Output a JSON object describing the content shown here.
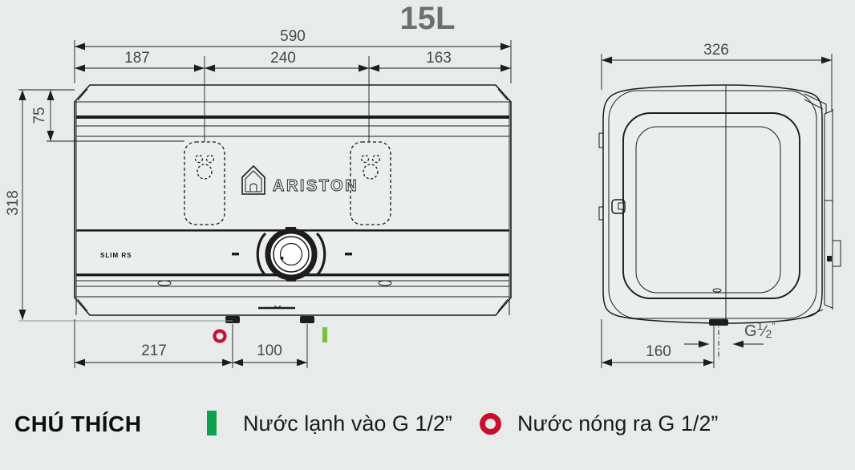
{
  "title": "15L",
  "colors": {
    "background": "#e7eceb",
    "line": "#1d1d1b",
    "dimension_text": "#47484a",
    "cold_inlet_green": "#7dbe3b",
    "legend_green": "#0ea04d",
    "hot_outlet_red": "#c8102e"
  },
  "front_view": {
    "brand_logo": "ARISTON",
    "brand_house_icon": "house-icon",
    "model_label": "SLIM RS",
    "markers": {
      "hot_outlet": "red-ring",
      "cold_inlet": "green-bar"
    },
    "dimensions": {
      "total_width": "590",
      "width_left": "187",
      "width_center": "240",
      "width_right": "163",
      "height_total": "318",
      "top_to_bracket": "75",
      "bottom_left_to_hot": "217",
      "pipe_spacing": "100"
    }
  },
  "side_view": {
    "dimensions": {
      "depth": "326",
      "pipe_offset": "160"
    },
    "thread": {
      "g": "G",
      "num": "1",
      "slash": "⁄",
      "den": "2",
      "unit": "”"
    }
  },
  "legend": {
    "heading": "CHÚ THÍCH",
    "cold_label": "Nước lạnh vào G 1/2”",
    "hot_label": "Nước nóng ra G 1/2”"
  }
}
